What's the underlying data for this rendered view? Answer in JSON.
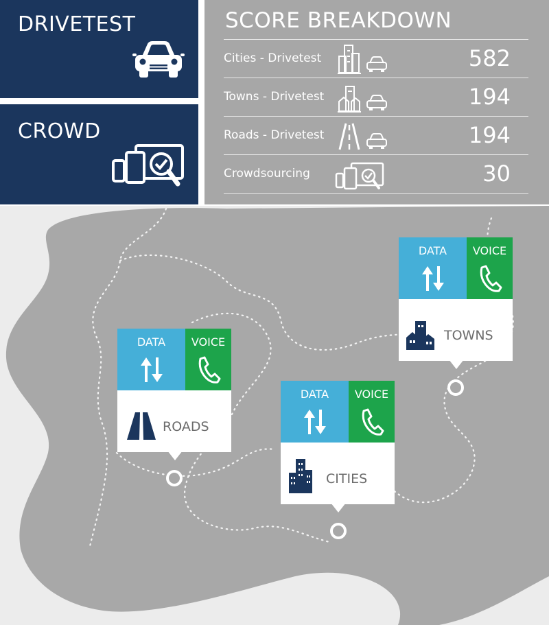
{
  "drivetest": {
    "label": "DRIVETEST",
    "icon": "car-icon"
  },
  "crowd": {
    "label": "CROWD",
    "icon": "devices-magnifier-icon"
  },
  "score_breakdown": {
    "heading": "SCORE BREAKDOWN",
    "rows": [
      {
        "label": "Cities - Drivetest",
        "value": "582",
        "icons": [
          "city-buildings-icon",
          "car-icon"
        ]
      },
      {
        "label": "Towns - Drivetest",
        "value": "194",
        "icons": [
          "town-buildings-icon",
          "car-icon"
        ]
      },
      {
        "label": "Roads - Drivetest",
        "value": "194",
        "icons": [
          "road-icon",
          "car-icon"
        ]
      },
      {
        "label": "Crowdsourcing",
        "value": "30",
        "icons": [
          "devices-magnifier-icon"
        ]
      }
    ]
  },
  "map_cards": [
    {
      "place": "ROADS",
      "data_label": "DATA",
      "voice_label": "VOICE",
      "place_icon": "road-icon"
    },
    {
      "place": "CITIES",
      "data_label": "DATA",
      "voice_label": "VOICE",
      "place_icon": "city-buildings-icon"
    },
    {
      "place": "TOWNS",
      "data_label": "DATA",
      "voice_label": "VOICE",
      "place_icon": "town-buildings-icon"
    }
  ],
  "colors": {
    "navy": "#1b365d",
    "panel_gray": "#a7a7a7",
    "map_land": "#a8a8a8",
    "map_water": "#ececec",
    "data_blue": "#45afd8",
    "voice_green": "#1da44b",
    "place_text": "#6c6c6c"
  }
}
